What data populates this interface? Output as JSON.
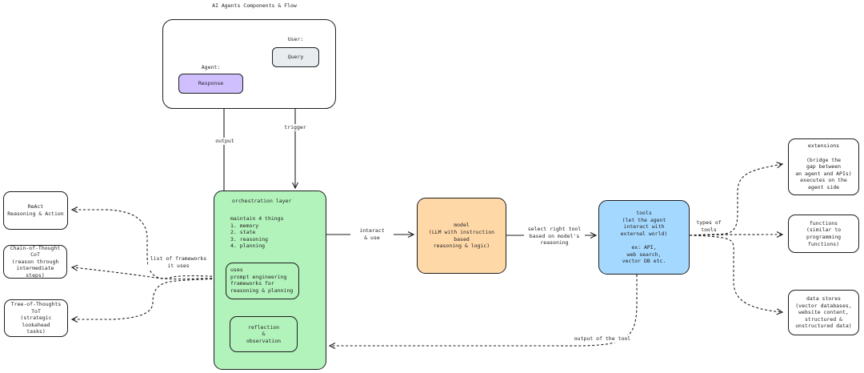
{
  "diagram": {
    "title": "AI Agents Components & Flow"
  },
  "top_container": {
    "user_label": "User:",
    "query_node": "Query",
    "agent_label": "Agent:",
    "response_node": "Response"
  },
  "orchestration": {
    "heading": "orchestration layer",
    "maintain_list": "maintain 4 things\n1. memory\n2. state\n3. reasoning\n4. planning",
    "uses_box": "uses\nprompt engineering\nframeworks for\nreasoning & planning",
    "reflection_box": "reflection\n&\nobservation"
  },
  "model_node": {
    "label": "model\n(LLM with instruction based\nreasoning & logic)"
  },
  "tools_node": {
    "label": "tools\n(let the agent\ninteract with\nexternal world)\n\nex: API,\nweb search,\nvector DB etc."
  },
  "framework_nodes": [
    {
      "label": "ReAct\nReasoning & Action"
    },
    {
      "label": "Chain-of-Thought\nCoT\n(reason through\nintermediate steps)"
    },
    {
      "label": "Tree-of-Thoughts\nToT\n(strategic lookahead\ntasks)"
    }
  ],
  "tool_type_nodes": [
    {
      "label": "extensions\n\n(bridge the\ngap between\nan agent and APIs)\nexecutes on the\nagent side"
    },
    {
      "label": "functions\n(similar to\nprogramming functions)"
    },
    {
      "label": "data stores\n(vector databases,\nwebsite content,\nstructured &\nunstructured data)"
    }
  ],
  "edge_labels": {
    "trigger": "trigger",
    "output": "output",
    "interact": "interact\n& use",
    "select_tool": "select right tool\nbased on model's\nreasoning",
    "frameworks_list": "list of frameworks\nit uses",
    "types_of_tools": "types of\ntools",
    "tool_output": "output of the tool"
  },
  "colors": {
    "orchestration_green": "#b2f2bb",
    "model_orange": "#ffd8a8",
    "tools_blue": "#a5d8ff",
    "response_purple": "#d0bfff",
    "query_gray": "#e9ecef",
    "stroke": "#1e1e1e",
    "background": "#ffffff"
  }
}
